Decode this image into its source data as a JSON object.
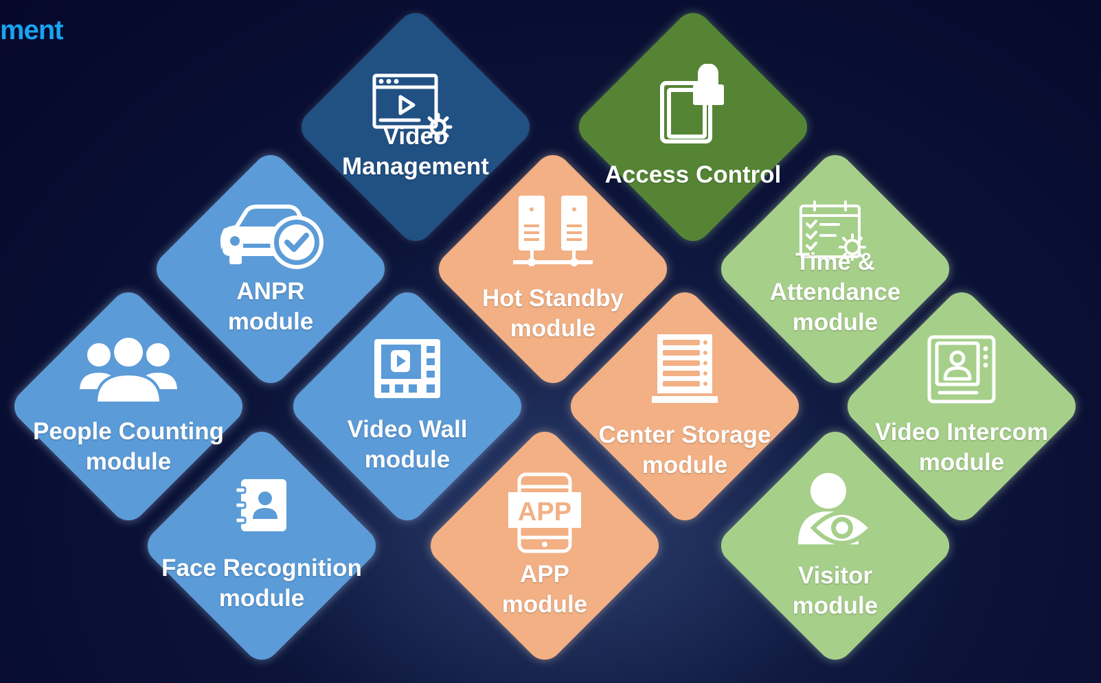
{
  "header": {
    "title_fragment": "ment"
  },
  "modules": [
    {
      "key": "video-management",
      "label": "Video\nManagement",
      "color": "#215083",
      "icon": "video-settings-icon"
    },
    {
      "key": "access-control",
      "label": "Access Control",
      "color": "#558534",
      "icon": "door-lock-icon"
    },
    {
      "key": "anpr",
      "label": "ANPR\nmodule",
      "color": "#5b9bd8",
      "icon": "car-check-icon"
    },
    {
      "key": "hot-standby",
      "label": "Hot Standby\nmodule",
      "color": "#f2b084",
      "icon": "server-pair-icon"
    },
    {
      "key": "time-attendance",
      "label": "Time &\nAttendance\nmodule",
      "color": "#a6cf8a",
      "icon": "calendar-checklist-gear-icon"
    },
    {
      "key": "people-counting",
      "label": "People Counting\nmodule",
      "color": "#5b9bd8",
      "icon": "people-group-icon"
    },
    {
      "key": "video-wall",
      "label": "Video Wall\nmodule",
      "color": "#5b9bd8",
      "icon": "film-play-icon"
    },
    {
      "key": "center-storage",
      "label": "Center Storage\nmodule",
      "color": "#f2b084",
      "icon": "storage-rack-icon"
    },
    {
      "key": "video-intercom",
      "label": "Video Intercom\nmodule",
      "color": "#a6cf8a",
      "icon": "intercom-icon"
    },
    {
      "key": "face-recognition",
      "label": "Face Recognition\nmodule",
      "color": "#5b9bd8",
      "icon": "contact-book-icon"
    },
    {
      "key": "app",
      "label": "APP\nmodule",
      "color": "#f2b084",
      "icon": "app-tablet-icon"
    },
    {
      "key": "visitor",
      "label": "Visitor\nmodule",
      "color": "#a6cf8a",
      "icon": "visitor-eye-icon"
    }
  ]
}
